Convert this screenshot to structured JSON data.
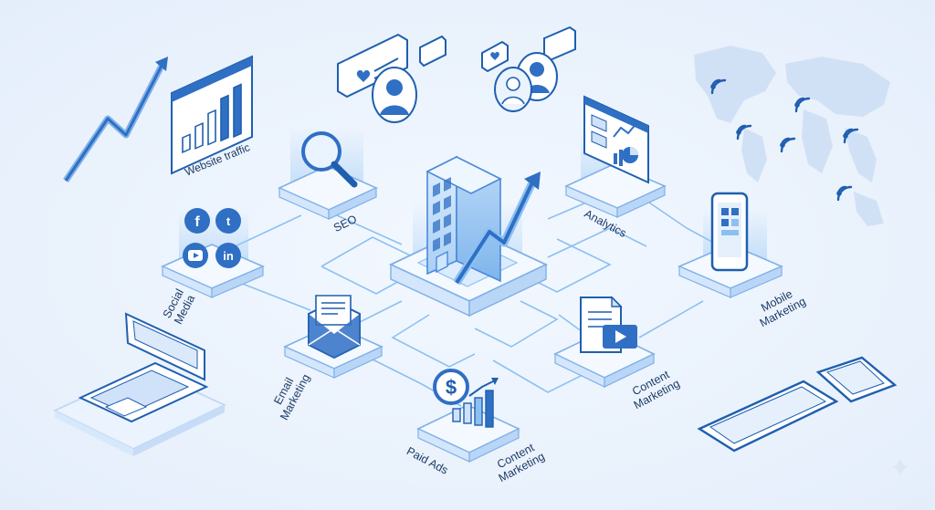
{
  "labels": {
    "website_traffic": "Website traffic",
    "seo": "SEO",
    "social_media": "Social\nMedia",
    "email_marketing": "Email\nMarketing",
    "paid_ads": "Paid Ads",
    "content_marketing_bottom": "Content\nMarketing",
    "content_marketing_right": "Content\nMarketing",
    "analytics": "Analytics",
    "mobile_marketing": "Mobile\nMarketing"
  },
  "social_icons": [
    "f",
    "t",
    "in"
  ],
  "seo_icon": "magnifier-icon",
  "paid_ads_icon": "dollar-coin-icon",
  "colors": {
    "primary": "#2f7bd6",
    "dark": "#1c3a66",
    "light": "#cfe2fa",
    "line": "#8cc0f2",
    "platform": "#f4f9ff"
  }
}
